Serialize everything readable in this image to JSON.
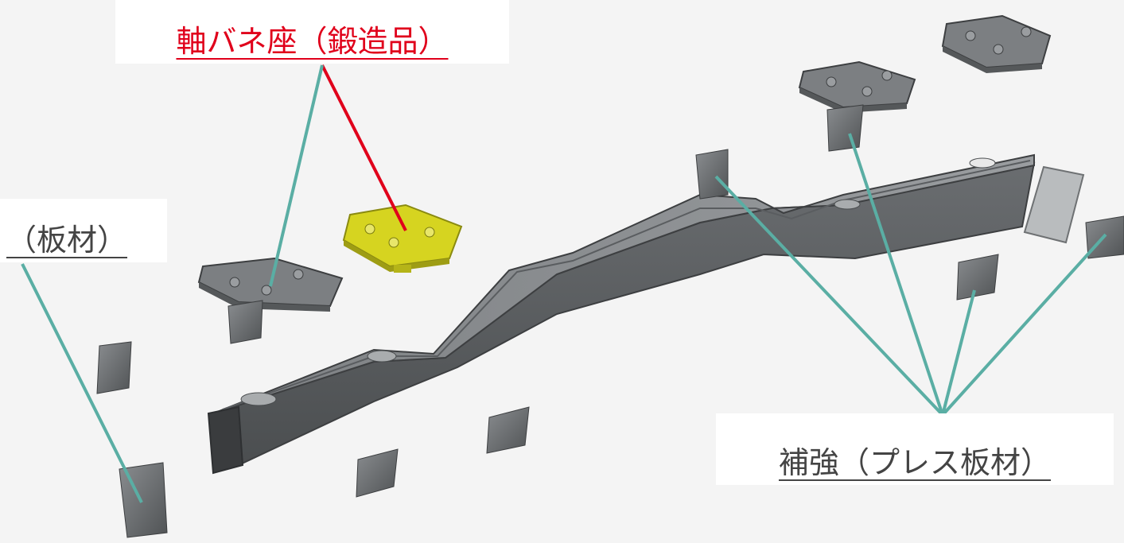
{
  "labels": {
    "forged_seat": "軸バネ座（鍛造品）",
    "plate": "（板材）",
    "reinforcement": "補強（プレス板材）"
  },
  "colors": {
    "forged_highlight": "#d6d420",
    "leader_teal": "#5aaea4",
    "leader_red": "#e0001b",
    "steel_dark": "#55585a",
    "steel_mid": "#6e7173",
    "steel_light": "#8e9194"
  }
}
